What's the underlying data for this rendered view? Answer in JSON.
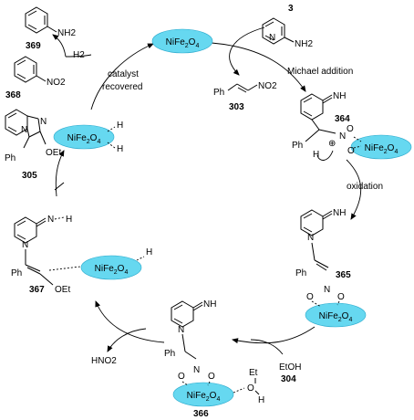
{
  "catalyst_label": "NiFe2O4",
  "catalyst_label_parts": {
    "a": "NiFe",
    "b": "2",
    "c": "O",
    "d": "4"
  },
  "compounds": {
    "c369": "369",
    "c368": "368",
    "c3": "3",
    "c303": "303",
    "c364": "364",
    "c305": "305",
    "c365": "365",
    "c367": "367",
    "c366": "366",
    "c304": "304"
  },
  "labels": {
    "nh2": "NH2",
    "no2": "NO2",
    "h2": "H2",
    "ph": "Ph",
    "oet": "OEt",
    "n": "N",
    "nh": "NH",
    "h": "H",
    "o": "O",
    "et": "Et",
    "etoh": "EtOH",
    "hno2": "HNO2",
    "plus": "⊕",
    "minus": "⊖"
  },
  "steps": {
    "catalyst_recovered_line1": "catalyst",
    "catalyst_recovered_line2": "recovered",
    "michael_addition": "Michael addition",
    "oxidation": "oxidation"
  }
}
